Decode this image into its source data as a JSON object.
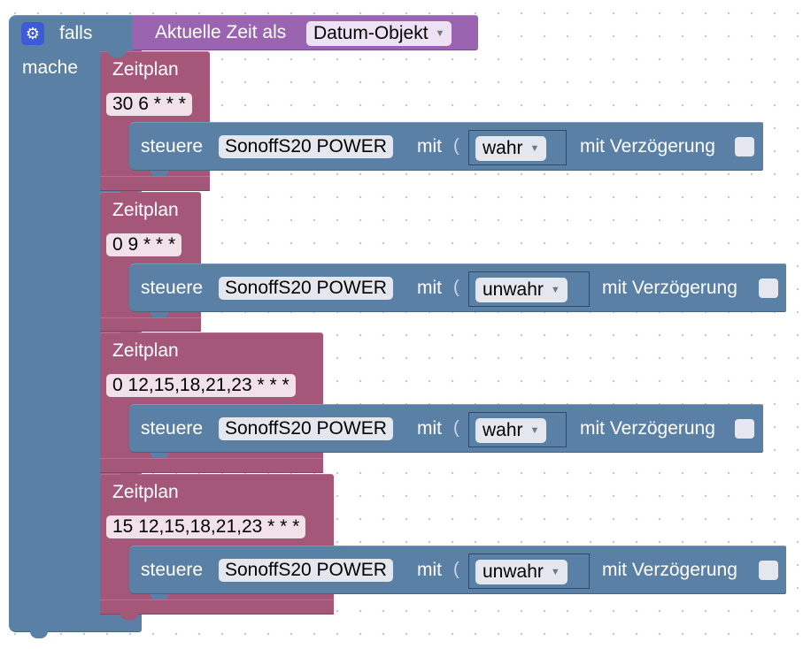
{
  "if_block": {
    "falls_label": "falls",
    "mache_label": "mache"
  },
  "condition": {
    "label": "Aktuelle Zeit als",
    "dropdown_value": "Datum-Objekt"
  },
  "schedules": [
    {
      "label": "Zeitplan",
      "cron": "30 6 * * *",
      "control": {
        "label": "steuere",
        "device": "SonoffS20 POWER",
        "mit": "mit",
        "value": "wahr",
        "delay_label": "mit Verzögerung"
      }
    },
    {
      "label": "Zeitplan",
      "cron": "0 9 * * *",
      "control": {
        "label": "steuere",
        "device": "SonoffS20 POWER",
        "mit": "mit",
        "value": "unwahr",
        "delay_label": "mit Verzögerung"
      }
    },
    {
      "label": "Zeitplan",
      "cron": "0 12,15,18,21,23 * * *",
      "control": {
        "label": "steuere",
        "device": "SonoffS20 POWER",
        "mit": "mit",
        "value": "wahr",
        "delay_label": "mit Verzögerung"
      }
    },
    {
      "label": "Zeitplan",
      "cron": "15 12,15,18,21,23 * * *",
      "control": {
        "label": "steuere",
        "device": "SonoffS20 POWER",
        "mit": "mit",
        "value": "unwahr",
        "delay_label": "mit Verzögerung"
      }
    }
  ],
  "icons": {
    "settings": "gear-icon",
    "dropdown": "triangle-down-icon"
  },
  "colors": {
    "logic_block": "#5b80a5",
    "schedule_block": "#a5577a",
    "date_block": "#9a64b0",
    "gear_icon": "#3d5bd6"
  }
}
